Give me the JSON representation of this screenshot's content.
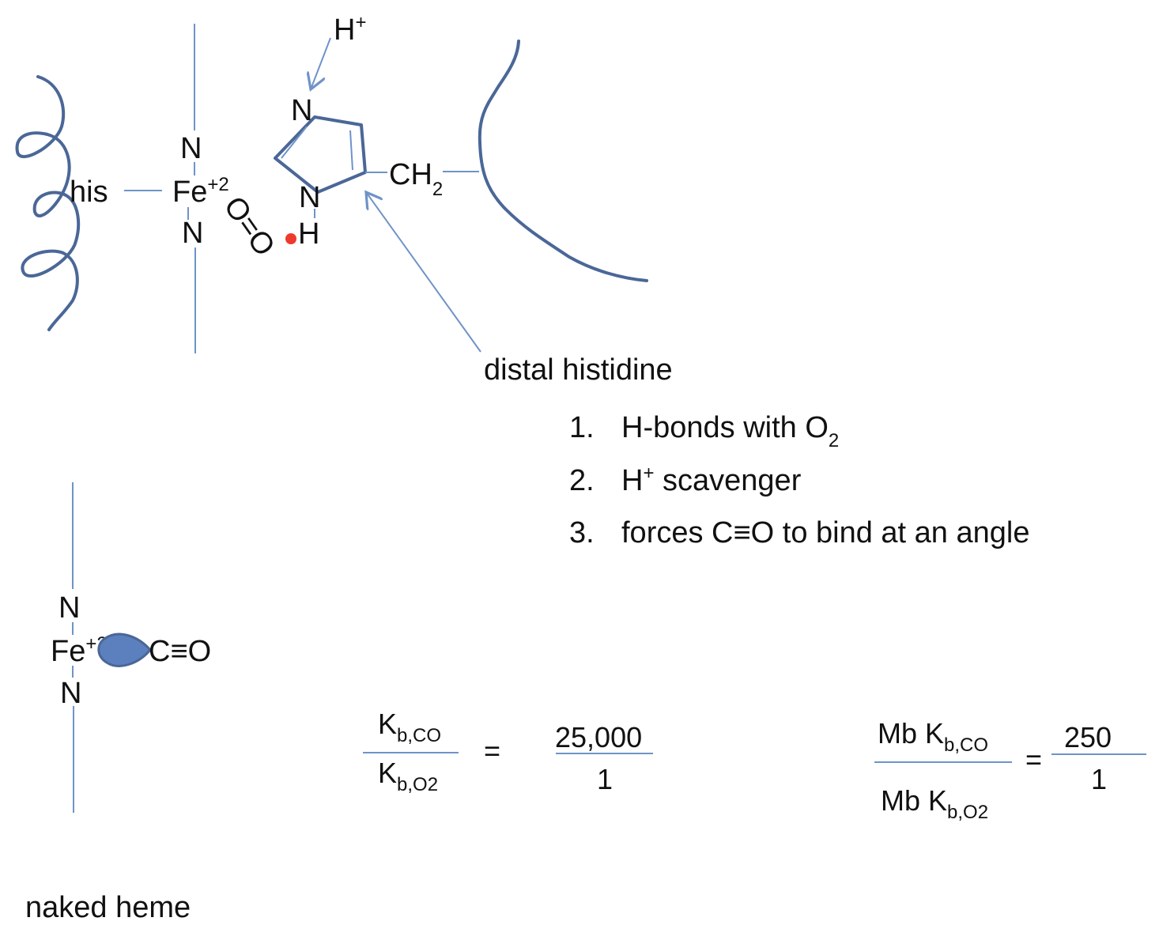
{
  "top": {
    "h_plus": "H",
    "h_plus_sup": "+",
    "his": "his",
    "fe": "Fe",
    "fe_sup": "+2",
    "n_top": "N",
    "n_bottom": "N",
    "o2": "O=O",
    "ring_n_top": "N",
    "ring_n_bottom": "N",
    "ring_h": "H",
    "ch": "CH",
    "ch_sub": "2",
    "distal_label": "distal histidine"
  },
  "roles": {
    "items": [
      {
        "num": "1.",
        "text": "H-bonds with O",
        "sub": "2"
      },
      {
        "num": "2.",
        "text_a": "H",
        "sup": "+",
        "text_b": " scavenger"
      },
      {
        "num": "3.",
        "text": "forces C≡O to bind at an angle"
      }
    ]
  },
  "bottom": {
    "n_top": "N",
    "n_bottom": "N",
    "fe": "Fe",
    "fe_sup": "+2",
    "co": "C≡O",
    "naked_heme": "naked heme"
  },
  "ratio_free": {
    "num_k": "K",
    "num_sub": "b,CO",
    "den_k": "K",
    "den_sub": "b,O2",
    "equals": "=",
    "value_num": "25,000",
    "value_den": "1"
  },
  "ratio_mb": {
    "num_k": "Mb K",
    "num_sub": "b,CO",
    "den_k": "Mb K",
    "den_sub": "b,O2",
    "equals": "=",
    "value_num": "250",
    "value_den": "1"
  },
  "colors": {
    "line": "#6f93c8",
    "bold": "#4a6797",
    "fill_blob": "#5b80bd",
    "hbond_dot": "#ee3a2c"
  }
}
